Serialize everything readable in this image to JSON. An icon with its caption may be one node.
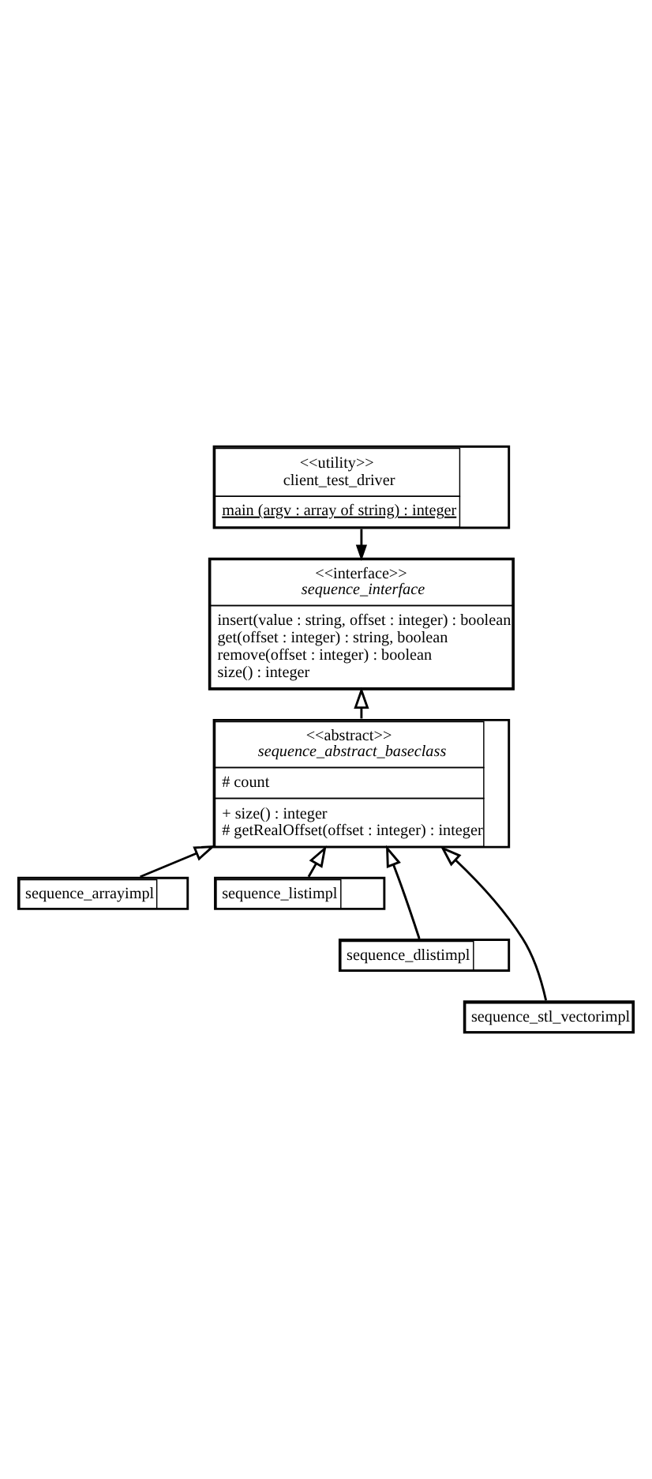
{
  "diagram": {
    "nodes": [
      {
        "text": [
          "<<utility>>",
          "client_test_driver",
          "main (argv : array of string) : integer"
        ]
      },
      {
        "text": [
          "<<interface>>",
          "sequence_interface",
          "insert(value : string, offset : integer) : boolean",
          "get(offset : integer) : string, boolean",
          "remove(offset : integer) : boolean",
          "size() : integer"
        ]
      },
      {
        "text": [
          "<<abstract>>",
          "sequence_abstract_baseclass",
          "# count",
          "+ size() : integer",
          "# getRealOffset(offset : integer) : integer"
        ]
      },
      {
        "text": [
          "sequence_arrayimpl"
        ]
      },
      {
        "text": [
          "sequence_listimpl"
        ]
      },
      {
        "text": [
          "sequence_dlistimpl"
        ]
      },
      {
        "text": [
          "sequence_stl_vectorimpl"
        ]
      }
    ],
    "edges": [
      {
        "from": 0,
        "to": 1,
        "arrow": "to"
      },
      {
        "from": 2,
        "to": 1,
        "arrow": "to"
      },
      {
        "from": 3,
        "to": 2,
        "arrow": "to"
      },
      {
        "from": 4,
        "to": 2,
        "arrow": "to"
      },
      {
        "from": 5,
        "to": 2,
        "arrow": "to"
      },
      {
        "from": 6,
        "to": 2,
        "arrow": "to"
      }
    ]
  }
}
